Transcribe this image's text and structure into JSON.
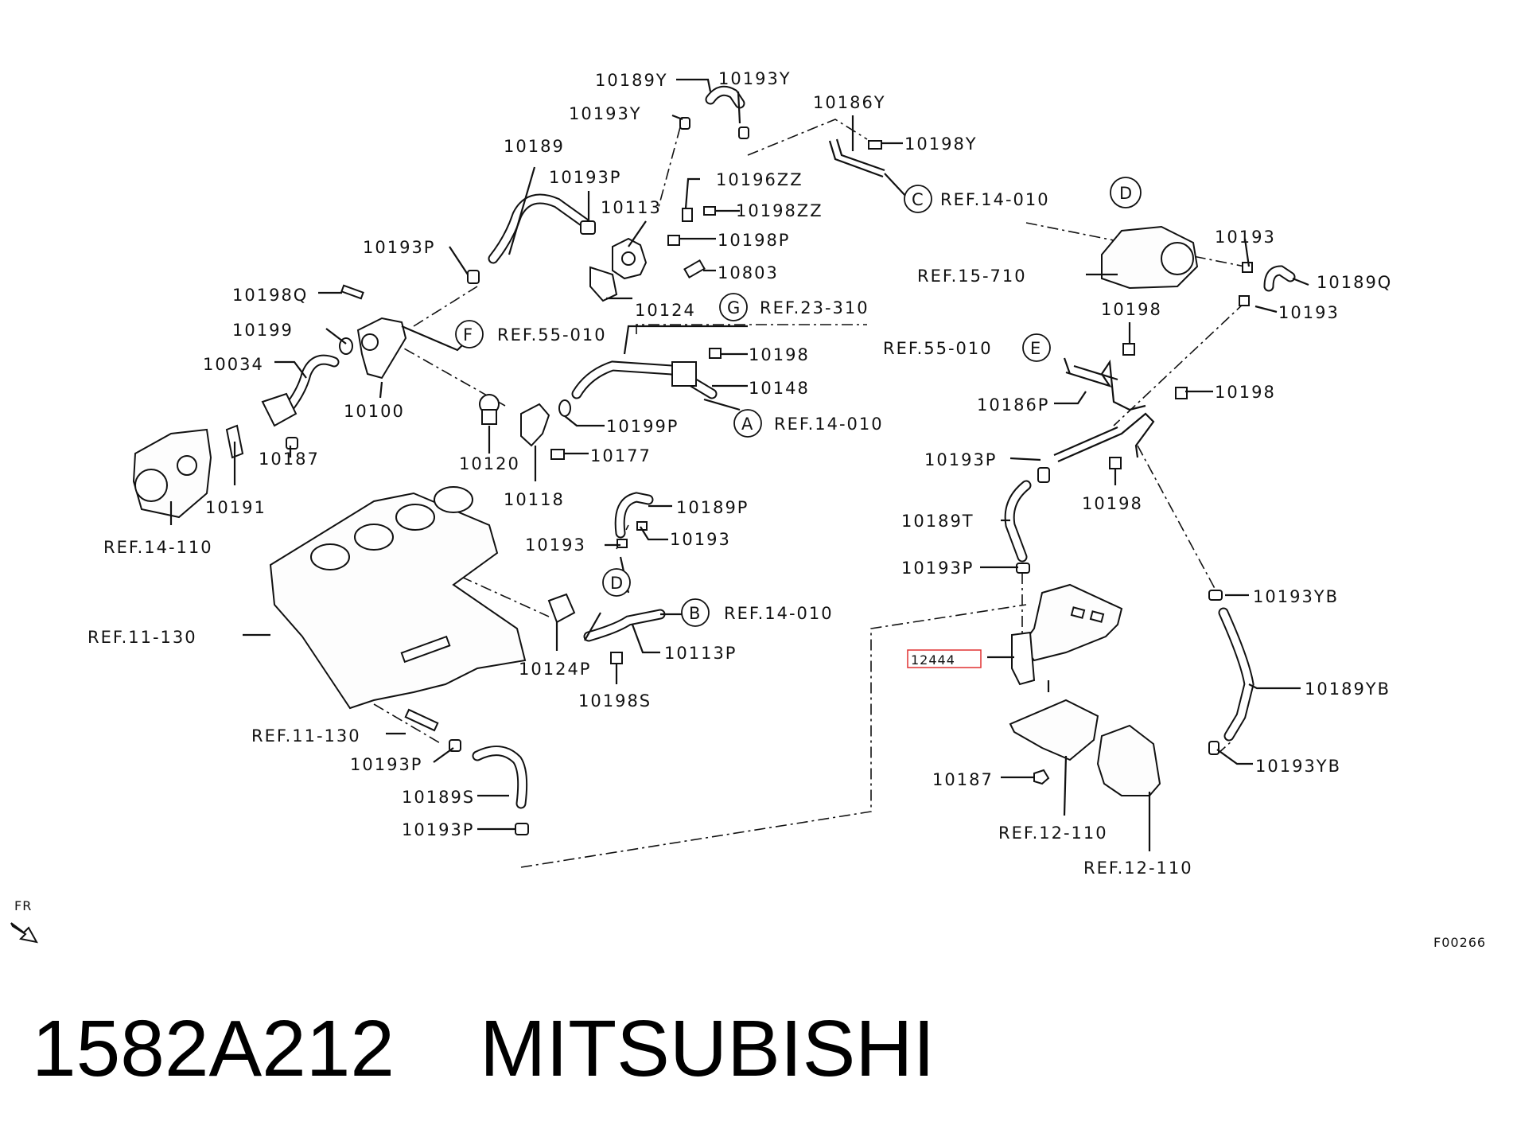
{
  "title": {
    "part_number": "1582A212",
    "brand": "MITSUBISHI"
  },
  "figure_code": "F00266",
  "direction_label": "FR",
  "highlighted_part": "12444",
  "callouts": {
    "c10189Y": "10189Y",
    "c10193Y_a": "10193Y",
    "c10193Y_b": "10193Y",
    "c10186Y": "10186Y",
    "c10198Y": "10198Y",
    "c10189": "10189",
    "c10193P_a": "10193P",
    "c10196ZZ": "10196ZZ",
    "c10113": "10113",
    "c10198ZZ": "10198ZZ",
    "c10193P_b": "10193P",
    "c10198P": "10198P",
    "c10803": "10803",
    "c10198Q": "10198Q",
    "c10124": "10124",
    "c10199": "10199",
    "c10034": "10034",
    "c10100": "10100",
    "c10198_a": "10198",
    "c10148": "10148",
    "c10187_a": "10187",
    "c10199P": "10199P",
    "c10120": "10120",
    "c10177": "10177",
    "c10191": "10191",
    "c10118": "10118",
    "c10189P": "10189P",
    "c10193_a": "10193",
    "c10193_b": "10193",
    "c10124P": "10124P",
    "c10113P": "10113P",
    "c10198S": "10198S",
    "c10193P_c": "10193P",
    "c10189S": "10189S",
    "c10193P_d": "10193P",
    "c10193_c": "10193",
    "c10189Q": "10189Q",
    "c10193_d": "10193",
    "c10198_b": "10198",
    "c10186P": "10186P",
    "c10198_c": "10198",
    "c10193P_e": "10193P",
    "c10198_d": "10198",
    "c10189T": "10189T",
    "c10193P_f": "10193P",
    "c10193YB_a": "10193YB",
    "c10189YB": "10189YB",
    "c10193YB_b": "10193YB",
    "c10187_b": "10187"
  },
  "references": {
    "r14010_c": "REF.14-010",
    "r23310": "REF.23-310",
    "r55010_f": "REF.55-010",
    "r14010_a": "REF.14-010",
    "r14110": "REF.14-110",
    "r11130_a": "REF.11-130",
    "r14010_b": "REF.14-010",
    "r11130_b": "REF.11-130",
    "r15710": "REF.15-710",
    "r55010_e": "REF.55-010",
    "r12110_a": "REF.12-110",
    "r12110_b": "REF.12-110"
  },
  "circle_letters": {
    "C": "C",
    "G": "G",
    "F": "F",
    "A": "A",
    "B": "B",
    "D_top": "D",
    "D_mid": "D",
    "E": "E"
  }
}
